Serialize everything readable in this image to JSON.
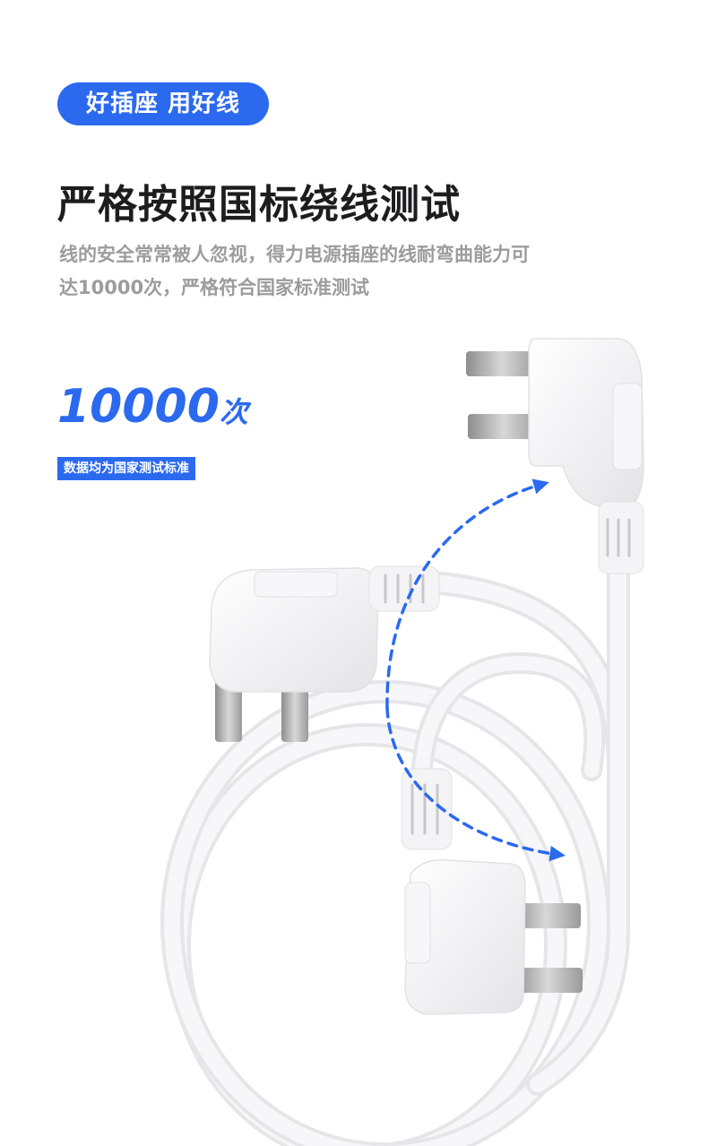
{
  "badge": {
    "text": "好插座 用好线"
  },
  "headline": "严格按照国标绕线测试",
  "description": {
    "line1": "线的安全常常被人忽视，得力电源插座的线耐弯曲能力可",
    "line2": "达10000次，严格符合国家标准测试"
  },
  "test": {
    "count": "10000",
    "unit": "次",
    "note": "数据均为国家测试标准"
  },
  "colors": {
    "accent": "#2b69ef",
    "headline": "#1d1d1f",
    "body_text": "#9c9c9c",
    "cable": "#f4f4f6"
  },
  "illustration": {
    "subject": "white-power-cord-with-two-angled-plugs",
    "arrows": "dashed-blue-bend-arrows"
  }
}
